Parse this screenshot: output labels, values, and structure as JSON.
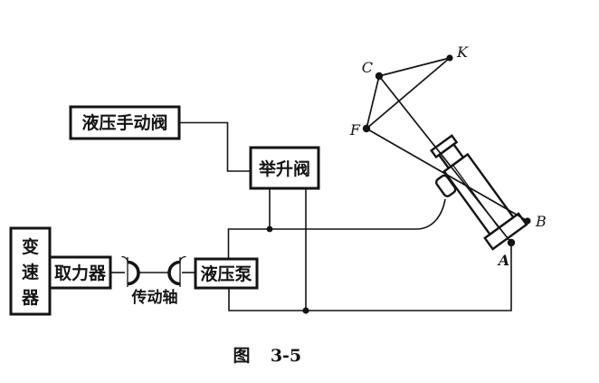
{
  "figure": {
    "caption_label": "图",
    "caption_number": "3-5",
    "boxes": {
      "manual_valve": "液压手动阀",
      "lift_valve": "举升阀",
      "pump": "液压泵",
      "pto": "取力器",
      "transmission_chars": [
        "变",
        "速",
        "器"
      ]
    },
    "shaft_label": "传动轴",
    "points": {
      "C": "C",
      "K": "K",
      "F": "F",
      "B": "B",
      "A": "A"
    },
    "colors": {
      "ink": "#141414",
      "paper": "#ffffff"
    }
  }
}
